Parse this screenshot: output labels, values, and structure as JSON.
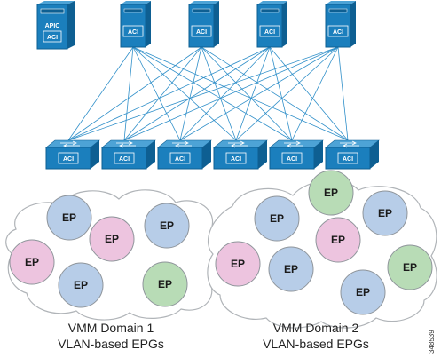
{
  "apic": {
    "label": "APIC",
    "logo": "ACI"
  },
  "spines": [
    {
      "logo": "ACI"
    },
    {
      "logo": "ACI"
    },
    {
      "logo": "ACI"
    },
    {
      "logo": "ACI"
    }
  ],
  "leaves": [
    {
      "logo": "ACI"
    },
    {
      "logo": "ACI"
    },
    {
      "logo": "ACI"
    },
    {
      "logo": "ACI"
    },
    {
      "logo": "ACI"
    },
    {
      "logo": "ACI"
    }
  ],
  "domains": [
    {
      "title": "VMM Domain 1",
      "subtitle": "VLAN-based EPGs",
      "endpoints": [
        {
          "label": "EP",
          "color": "blue"
        },
        {
          "label": "EP",
          "color": "blue"
        },
        {
          "label": "EP",
          "color": "pink"
        },
        {
          "label": "EP",
          "color": "pink"
        },
        {
          "label": "EP",
          "color": "blue"
        },
        {
          "label": "EP",
          "color": "green"
        }
      ]
    },
    {
      "title": "VMM Domain 2",
      "subtitle": "VLAN-based EPGs",
      "endpoints": [
        {
          "label": "EP",
          "color": "green"
        },
        {
          "label": "EP",
          "color": "blue"
        },
        {
          "label": "EP",
          "color": "blue"
        },
        {
          "label": "EP",
          "color": "pink"
        },
        {
          "label": "EP",
          "color": "pink"
        },
        {
          "label": "EP",
          "color": "blue"
        },
        {
          "label": "EP",
          "color": "green"
        },
        {
          "label": "EP",
          "color": "blue"
        }
      ]
    }
  ],
  "colors": {
    "device": "#1b7fbd",
    "device_dark": "#0e5f92",
    "link": "#2f8fc9",
    "blue": "#b7cde8",
    "pink": "#edc4df",
    "green": "#b8dcb6"
  },
  "figure_id": "348539"
}
